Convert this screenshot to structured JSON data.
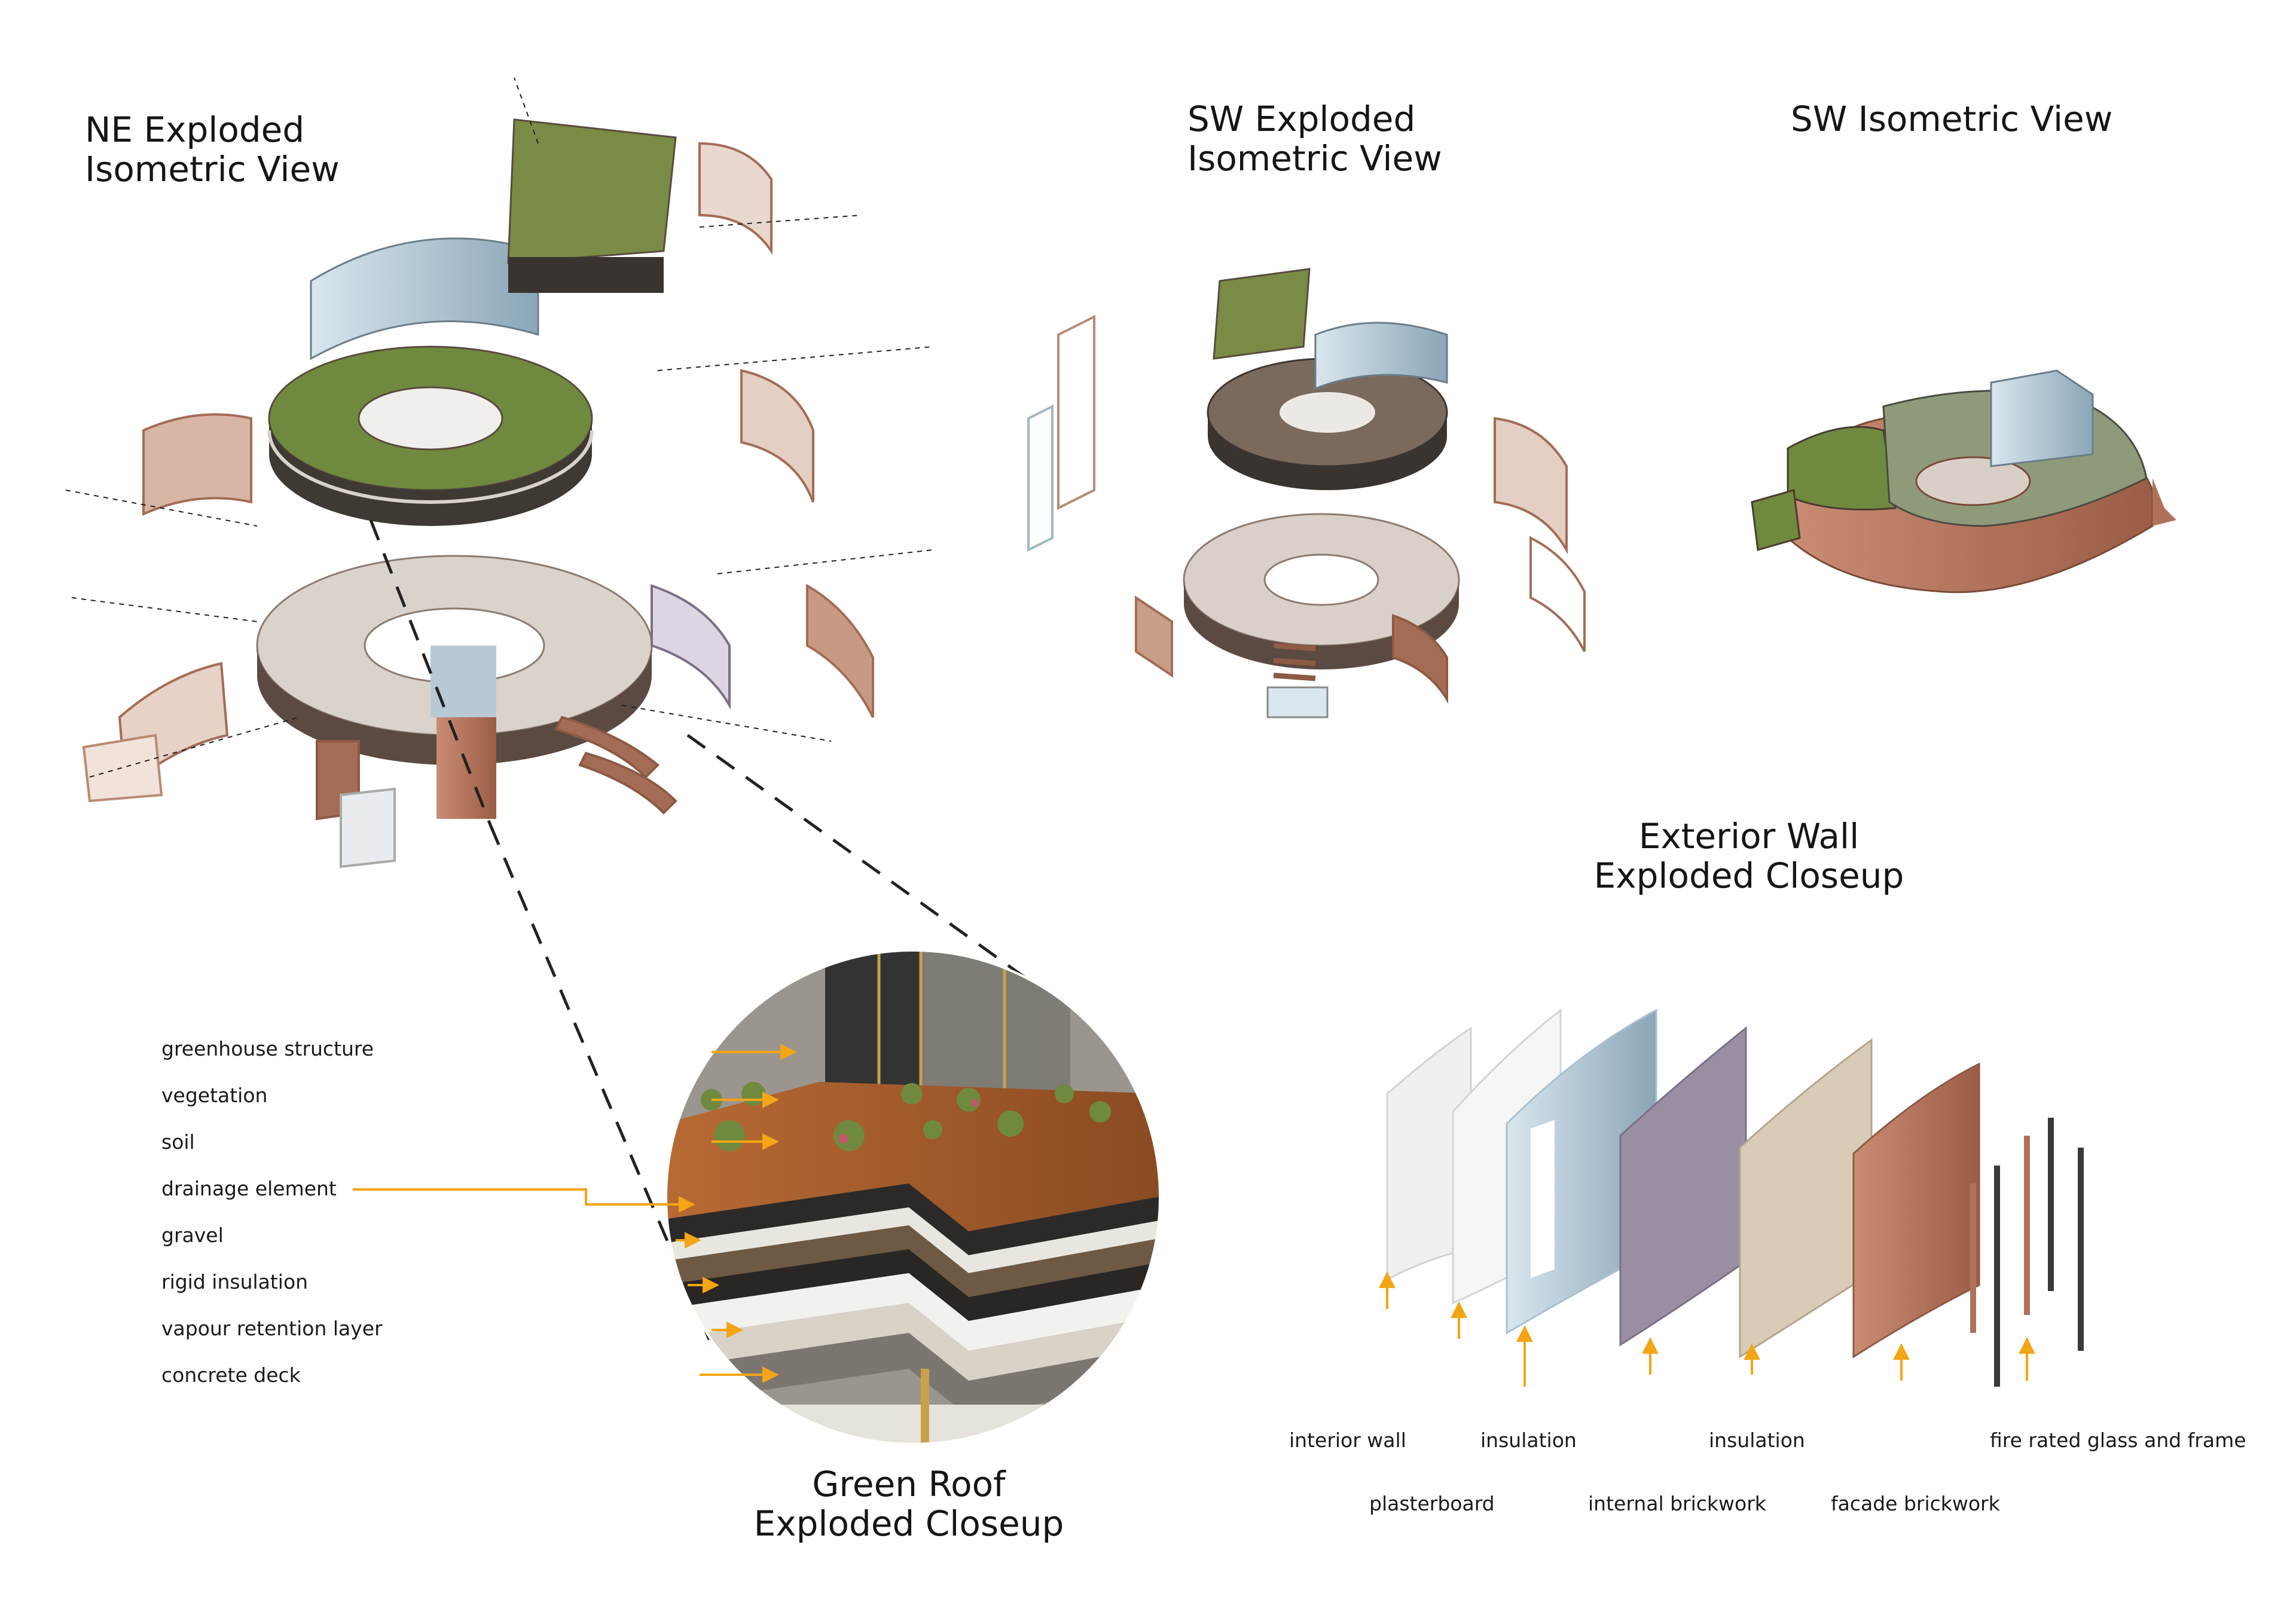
{
  "titles": {
    "ne_exploded": "NE Exploded\nIsometric View",
    "sw_exploded": "SW Exploded\nIsometric View",
    "sw_isometric": "SW Isometric View",
    "exterior_wall": "Exterior Wall\nExploded Closeup",
    "green_roof": "Green Roof\nExploded Closeup"
  },
  "green_roof_layers": [
    "greenhouse structure",
    "vegetation",
    "soil",
    "drainage element",
    "gravel",
    "rigid insulation",
    "vapour retention layer",
    "concrete deck"
  ],
  "wall_labels": {
    "top_row": [
      "interior wall",
      "insulation",
      "insulation",
      "fire rated glass and frame"
    ],
    "bottom_row": [
      "plasterboard",
      "internal brickwork",
      "facade brickwork"
    ]
  },
  "colors": {
    "arrow": "#f3a516",
    "brick": "#b0715a",
    "vegetation": "#6f8a3e",
    "soil": "#a0582a",
    "glass": "#9fb8c8",
    "dashed_line": "#222222"
  }
}
